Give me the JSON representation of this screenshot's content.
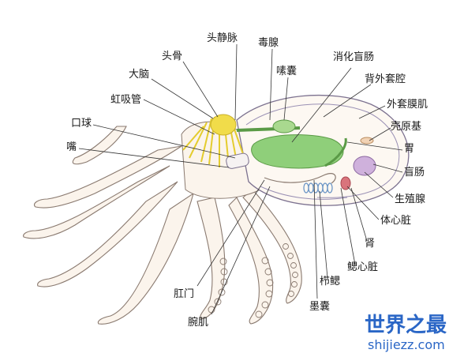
{
  "labels": {
    "vein": "头静脉",
    "poison_gland": "毒腺",
    "head_bone": "头骨",
    "crop": "嗉囊",
    "caecum_digest": "消化盲肠",
    "brain": "大脑",
    "dorsal_mantle_cavity": "背外套腔",
    "siphon": "虹吸管",
    "mantle_muscle": "外套膜肌",
    "buccal_bulb": "口球",
    "shell_base": "壳原基",
    "mouth": "嘴",
    "stomach": "胃",
    "caecum": "盲肠",
    "gonad": "生殖腺",
    "systemic_heart": "体心脏",
    "kidney": "肾",
    "branchial_heart": "鳃心脏",
    "gill": "栉鳃",
    "anus": "肛门",
    "ink_sac": "墨囊",
    "arm_muscle": "腕肌"
  },
  "watermark": {
    "brand": "世界之最",
    "domain": "shijiezz.com"
  }
}
